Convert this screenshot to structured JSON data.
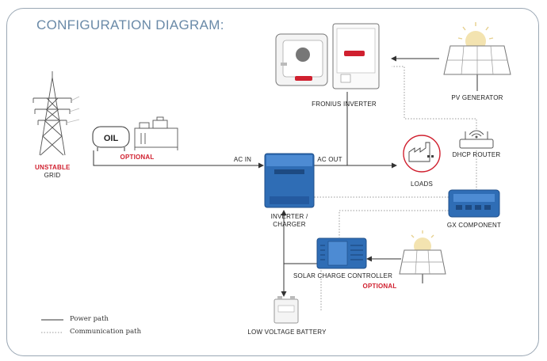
{
  "title": "CONFIGURATION DIAGRAM:",
  "nodes": {
    "grid": {
      "line1": "UNSTABLE",
      "line2": "GRID"
    },
    "optional_generator": "OPTIONAL",
    "oil_tank": "OIL",
    "fronius_inverter": "FRONIUS INVERTER",
    "pv_generator": "PV GENERATOR",
    "dhcp_router": "DHCP ROUTER",
    "loads": "LOADS",
    "gx_component": "GX COMPONENT",
    "inverter_charger": {
      "line1": "INVERTER /",
      "line2": "CHARGER"
    },
    "solar_charge_controller": "SOLAR CHARGE CONTROLLER",
    "optional_solar": "OPTIONAL",
    "battery": "LOW VOLTAGE BATTERY"
  },
  "connections": {
    "ac_in": "AC IN",
    "ac_out": "AC OUT"
  },
  "legend": {
    "power_path": "Power path",
    "communication_path": "Communication path"
  },
  "colors": {
    "accent_red": "#d0202f",
    "title_blue": "#6a8aa8",
    "victron_blue": "#2f6db5"
  }
}
